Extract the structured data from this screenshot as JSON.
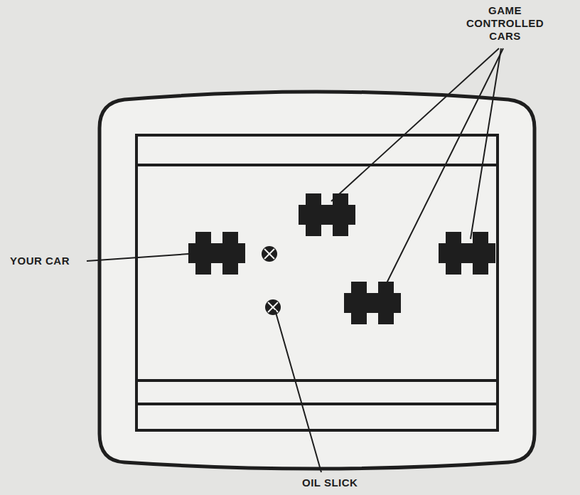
{
  "diagram": {
    "labels": [
      "GAME CONTROLLED CARS",
      "YOUR CAR",
      "OIL SLICK"
    ]
  }
}
